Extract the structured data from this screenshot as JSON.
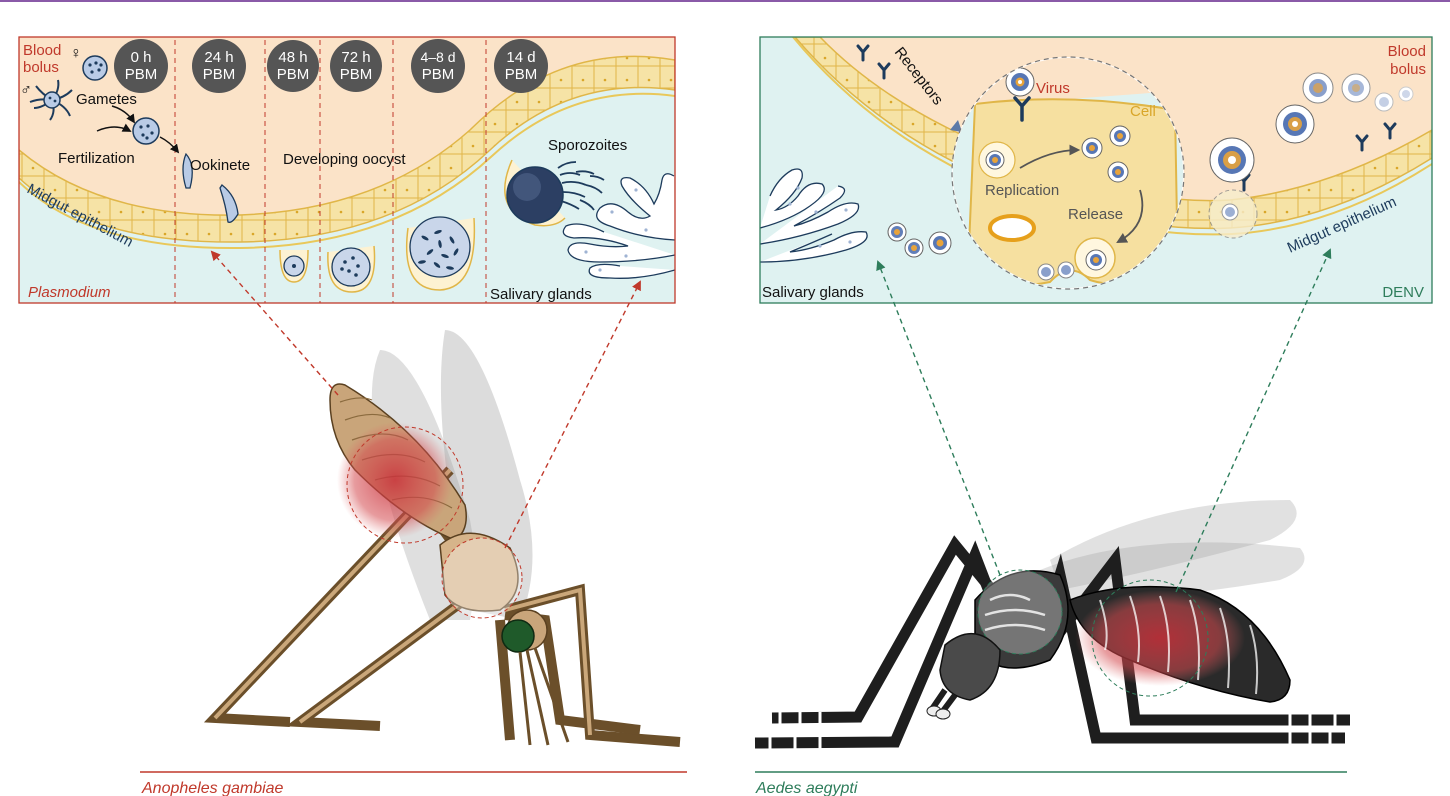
{
  "left_panel": {
    "blood_bolus": [
      "Blood",
      "bolus"
    ],
    "female_symbol": "♀",
    "male_symbol": "♂",
    "timepoints": [
      {
        "time": "0 h",
        "unit": "PBM"
      },
      {
        "time": "24 h",
        "unit": "PBM"
      },
      {
        "time": "48 h",
        "unit": "PBM"
      },
      {
        "time": "72 h",
        "unit": "PBM"
      },
      {
        "time": "4–8 d",
        "unit": "PBM"
      },
      {
        "time": "14 d",
        "unit": "PBM"
      }
    ],
    "gametes": "Gametes",
    "fertilization": "Fertilization",
    "ookinete": "Ookinete",
    "developing_oocyst": "Developing oocyst",
    "sporozoites": "Sporozoites",
    "midgut_epithelium": "Midgut epithelium",
    "salivary_glands": "Salivary glands",
    "pathogen": "Plasmodium"
  },
  "right_panel": {
    "receptors": "Receptors",
    "virus": "Virus",
    "cell": "Cell",
    "replication": "Replication",
    "release": "Release",
    "blood_bolus": [
      "Blood",
      "bolus"
    ],
    "midgut_epithelium": "Midgut epithelium",
    "salivary_glands": "Salivary glands",
    "pathogen": "DENV"
  },
  "species": {
    "left": "Anopheles gambiae",
    "right": "Aedes aegypti"
  },
  "colors": {
    "top_rule": "#8a5aa8",
    "anopheles_red": "#c0392b",
    "aedes_green": "#2e7d5b",
    "blood_bolus_fill": "#fbe3c8",
    "lumen_fill": "#dff2f1",
    "epithelium_fill": "#f6e3a6",
    "epithelium_stroke": "#e0b648",
    "timepoint_badge": "#555555",
    "navy": "#1d3b5c"
  }
}
